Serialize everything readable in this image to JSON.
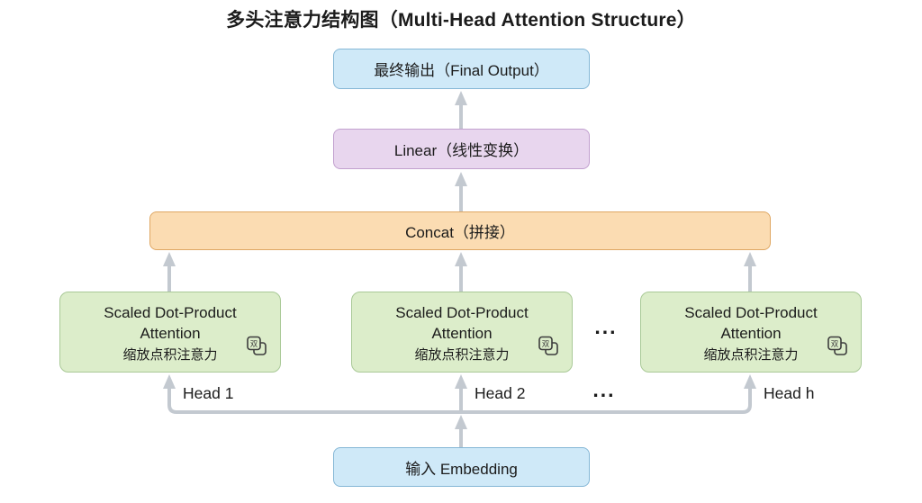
{
  "title": "多头注意力结构图（Multi-Head Attention Structure）",
  "nodes": {
    "final_output": "最终输出（Final Output）",
    "linear": "Linear（线性变换）",
    "concat": "Concat（拼接）",
    "input": "输入 Embedding"
  },
  "attention": {
    "line1_en": "Scaled Dot-Product",
    "line2_en": "Attention",
    "line3_zh": "缩放点积注意力",
    "icon": "translate-pages-icon",
    "icon_glyph": "双"
  },
  "heads": {
    "labels": [
      "Head 1",
      "Head 2",
      "Head h"
    ],
    "ellipsis": "..."
  },
  "row_ellipsis": "...",
  "colors": {
    "blue-fill": "#cfe9f8",
    "blue-border": "#85b7d6",
    "purple-fill": "#e8d6ee",
    "purple-border": "#c2a0cf",
    "orange-fill": "#fbdcb2",
    "orange-border": "#dfa763",
    "green-fill": "#dcedca",
    "green-border": "#a9c997",
    "arrow": "#c3c9d0",
    "text": "#1b1b1b"
  }
}
